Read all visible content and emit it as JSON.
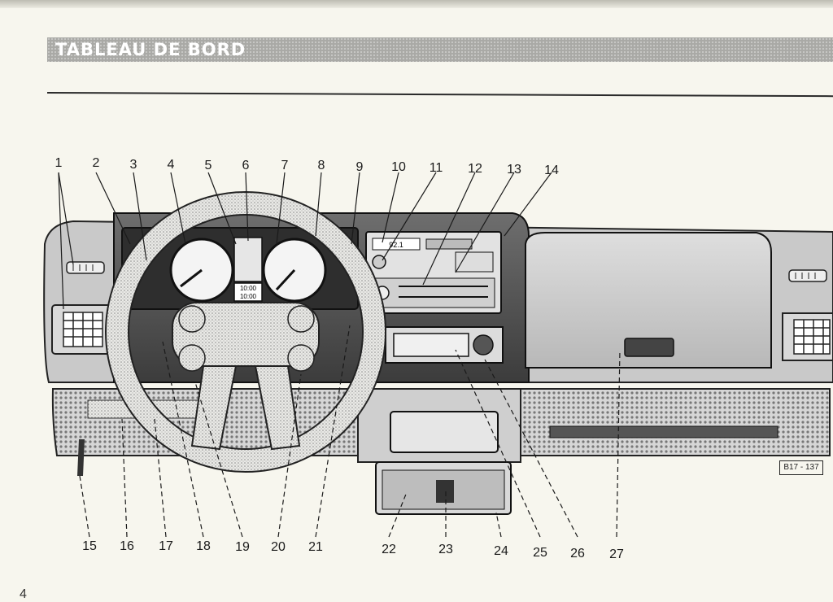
{
  "header": {
    "title": "TABLEAU DE BORD"
  },
  "figure_ref": "B17 - 137",
  "page_number": "4",
  "clock": {
    "line1": "10:00",
    "line2": "10:00"
  },
  "radio": {
    "frequency": "92.1"
  },
  "callouts_top": [
    "1",
    "2",
    "3",
    "4",
    "5",
    "6",
    "7",
    "8",
    "9",
    "10",
    "11",
    "12",
    "13",
    "14"
  ],
  "callouts_bottom": [
    "15",
    "16",
    "17",
    "18",
    "19",
    "20",
    "21",
    "22",
    "23",
    "24",
    "25",
    "26",
    "27"
  ],
  "colors": {
    "ink": "#1a1a1a",
    "paper": "#f7f6ee",
    "band": "#a9a9a6"
  }
}
